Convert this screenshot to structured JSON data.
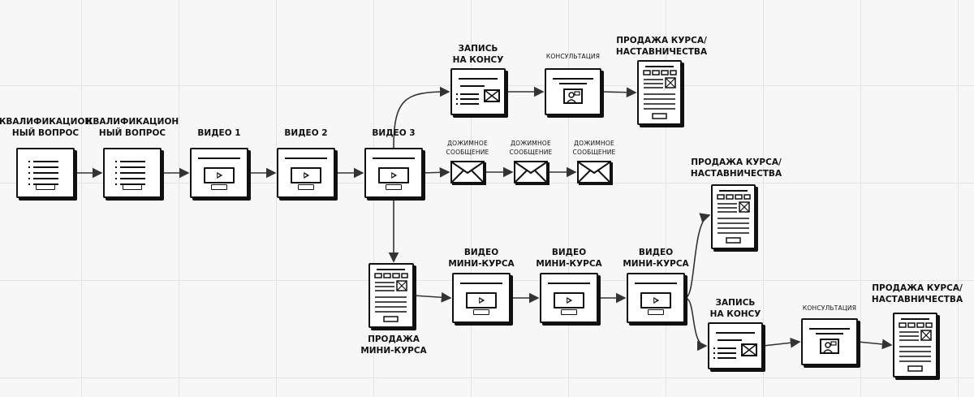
{
  "nodes": {
    "q1": {
      "label": [
        "КВАЛИФИКАЦИОН",
        "НЫЙ ВОПРОС"
      ]
    },
    "q2": {
      "label": [
        "КВАЛИФИКАЦИОН",
        "НЫЙ ВОПРОС"
      ]
    },
    "v1": {
      "label": [
        "ВИДЕО 1"
      ]
    },
    "v2": {
      "label": [
        "ВИДЕО 2"
      ]
    },
    "v3": {
      "label": [
        "ВИДЕО 3"
      ]
    },
    "book1": {
      "label": [
        "ЗАПИСЬ",
        "НА КОНСУ"
      ]
    },
    "consult1": {
      "label": [
        "КОНСУЛЬТАЦИЯ"
      ]
    },
    "sale1": {
      "label": [
        "ПРОДАЖА КУРСА/",
        "НАСТАВНИЧЕСТВА"
      ]
    },
    "push1": {
      "label": [
        "ДОЖИМНОЕ",
        "СООБЩЕНИЕ"
      ]
    },
    "push2": {
      "label": [
        "ДОЖИМНОЕ",
        "СООБЩЕНИЕ"
      ]
    },
    "push3": {
      "label": [
        "ДОЖИМНОЕ",
        "СООБЩЕНИЕ"
      ]
    },
    "minisale": {
      "label": [
        "ПРОДАЖА",
        "МИНИ-КУРСА"
      ]
    },
    "mv1": {
      "label": [
        "ВИДЕО",
        "МИНИ-КУРСА"
      ]
    },
    "mv2": {
      "label": [
        "ВИДЕО",
        "МИНИ-КУРСА"
      ]
    },
    "mv3": {
      "label": [
        "ВИДЕО",
        "МИНИ-КУРСА"
      ]
    },
    "sale2": {
      "label": [
        "ПРОДАЖА КУРСА/",
        "НАСТАВНИЧЕСТВА"
      ]
    },
    "book2": {
      "label": [
        "ЗАПИСЬ",
        "НА КОНСУ"
      ]
    },
    "consult2": {
      "label": [
        "КОНСУЛЬТАЦИЯ"
      ]
    },
    "sale3": {
      "label": [
        "ПРОДАЖА КУРСА/",
        "НАСТАВНИЧЕСТВА"
      ]
    }
  },
  "edges": [
    [
      "q1",
      "q2"
    ],
    [
      "q2",
      "v1"
    ],
    [
      "v1",
      "v2"
    ],
    [
      "v2",
      "v3"
    ],
    [
      "v3",
      "book1"
    ],
    [
      "book1",
      "consult1"
    ],
    [
      "consult1",
      "sale1"
    ],
    [
      "v3",
      "push1"
    ],
    [
      "push1",
      "push2"
    ],
    [
      "push2",
      "push3"
    ],
    [
      "v3",
      "minisale"
    ],
    [
      "minisale",
      "mv1"
    ],
    [
      "mv1",
      "mv2"
    ],
    [
      "mv2",
      "mv3"
    ],
    [
      "mv3",
      "sale2"
    ],
    [
      "mv3",
      "book2"
    ],
    [
      "book2",
      "consult2"
    ],
    [
      "consult2",
      "sale3"
    ]
  ]
}
